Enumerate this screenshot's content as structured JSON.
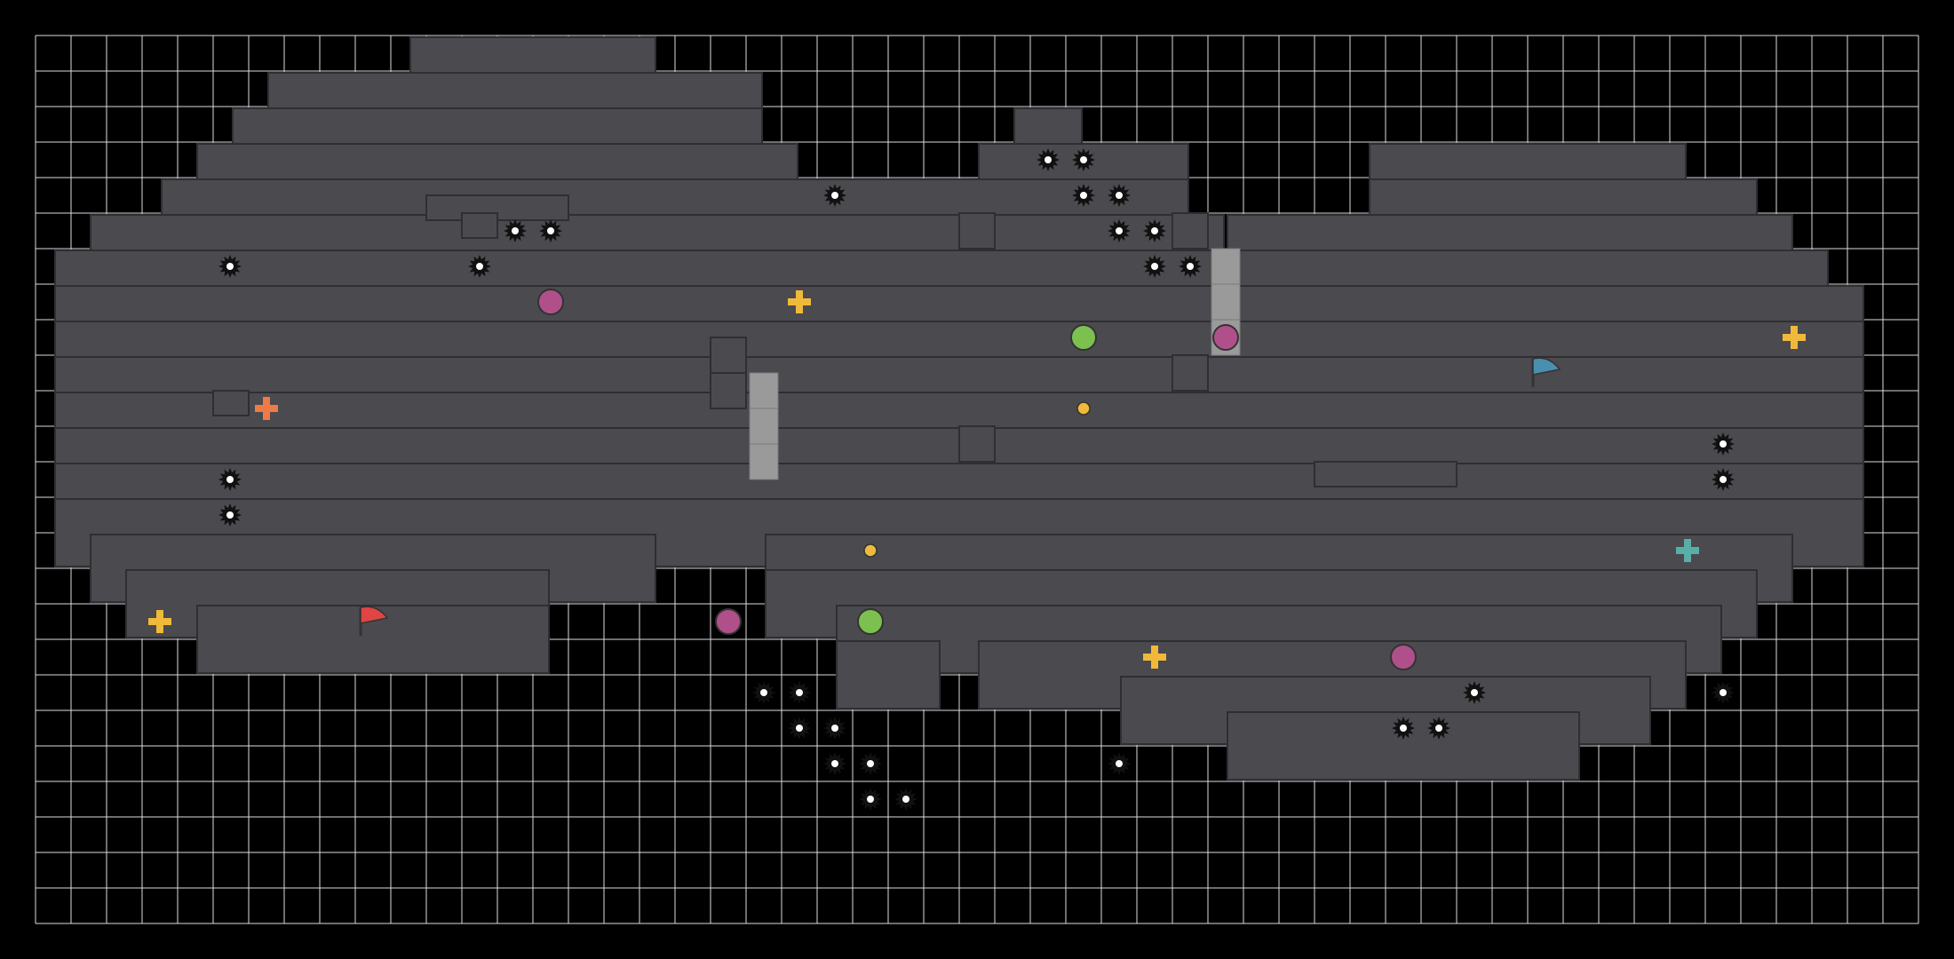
{
  "level": {
    "background_color": "#000000",
    "floor_color": "#efeff1",
    "grid_line_color": "#dcdce0",
    "wall_color": "#4a4a4f",
    "wall_edge_color": "#2e2e33",
    "hazard_color": "#111111",
    "gate_color": "#9a9a9a"
  },
  "entities": {
    "flags": [
      {
        "name": "red-flag",
        "color": "#e04545"
      },
      {
        "name": "blue-flag",
        "color": "#4a8fb0"
      }
    ],
    "powerups": [
      {
        "kind": "speed-cross",
        "color": "#f0b93a"
      },
      {
        "kind": "split-cross",
        "color": "#f07a45"
      },
      {
        "kind": "heal-cross",
        "color": "#5aaea8"
      }
    ],
    "bombs": {
      "color": "#b0508a"
    },
    "boosts": {
      "color": "#7cc050"
    },
    "spikes": {
      "icon": "spike-icon"
    }
  }
}
